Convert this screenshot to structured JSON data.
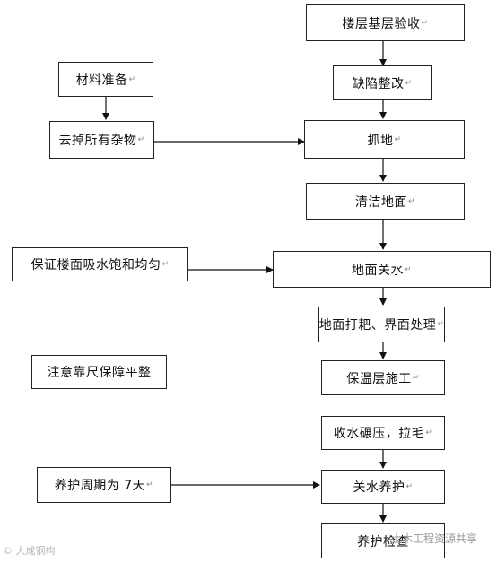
{
  "steps": {
    "acceptance": "楼层基层验收",
    "defect_fix": "缺陷整改",
    "roughen": "抓地",
    "clean": "清洁地面",
    "close_water": "地面关水",
    "hammer_interface": "地面打耙、界面处理",
    "insulation": "保温层施工",
    "roll_press": "收水碾压，拉毛",
    "close_water_cure": "关水养护",
    "cure_final": "养护检查"
  },
  "side": {
    "material_prep": "材料准备",
    "remove_debris": "去掉所有杂物",
    "ensure_wet": "保证楼面吸水饱和均匀",
    "note_flat": "注意靠尺保障平整",
    "cure_period": "养护周期为 7天"
  },
  "para_mark": "↵",
  "watermarks": {
    "left": "© 大成钢构",
    "right": "土木工程资源共享"
  }
}
